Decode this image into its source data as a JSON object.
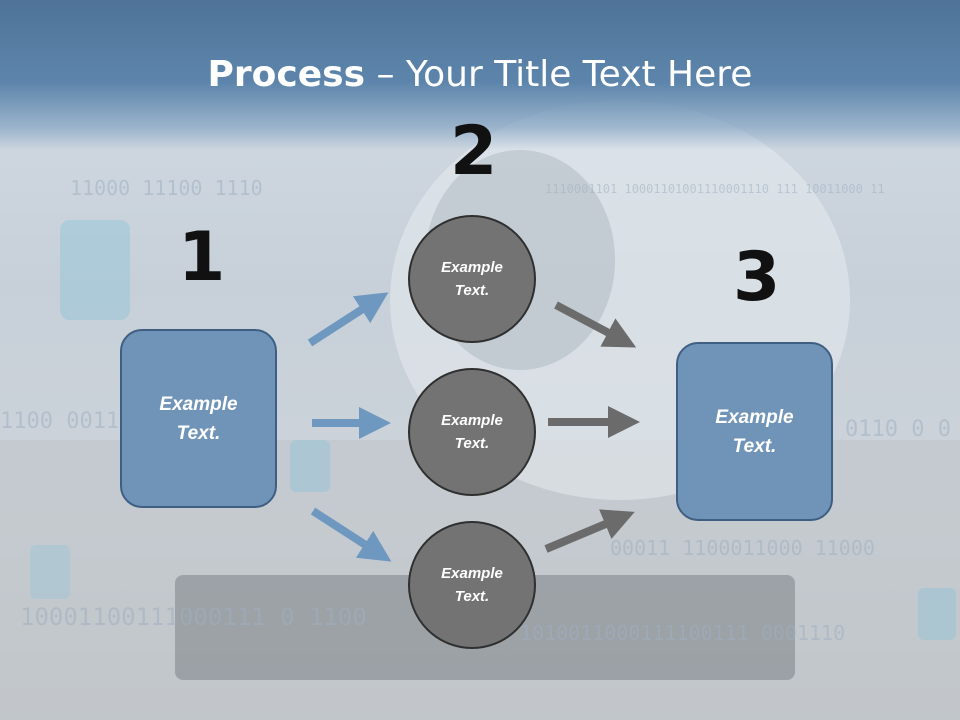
{
  "title": {
    "bold": "Process",
    "rest": " – Your Title Text Here"
  },
  "steps": {
    "one": "1",
    "two": "2",
    "three": "3"
  },
  "left_box": {
    "line1": "Example",
    "line2": "Text."
  },
  "right_box": {
    "line1": "Example",
    "line2": "Text."
  },
  "circles": [
    {
      "line1": "Example",
      "line2": "Text."
    },
    {
      "line1": "Example",
      "line2": "Text."
    },
    {
      "line1": "Example",
      "line2": "Text."
    }
  ],
  "colors": {
    "box_fill": "#7094b8",
    "circle_fill": "#737373",
    "arrow_blue": "#6f98c0",
    "arrow_gray": "#6b6b6b"
  }
}
